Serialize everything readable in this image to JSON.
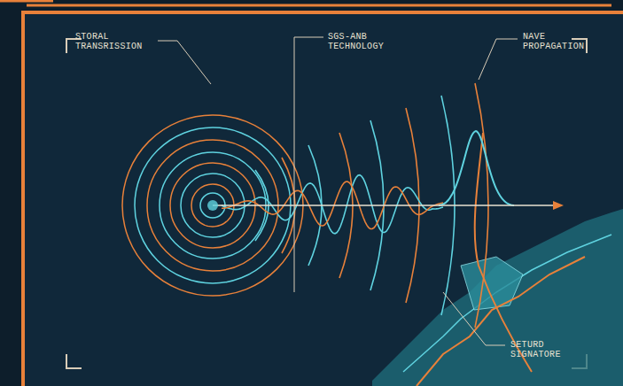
{
  "diagram": {
    "labels": [
      "STORAL TRANSRISSION",
      "SGS-ANB TECHNOLOGY",
      "NAVE PROPAGATION",
      "SETURD SIGNATORE"
    ]
  }
}
